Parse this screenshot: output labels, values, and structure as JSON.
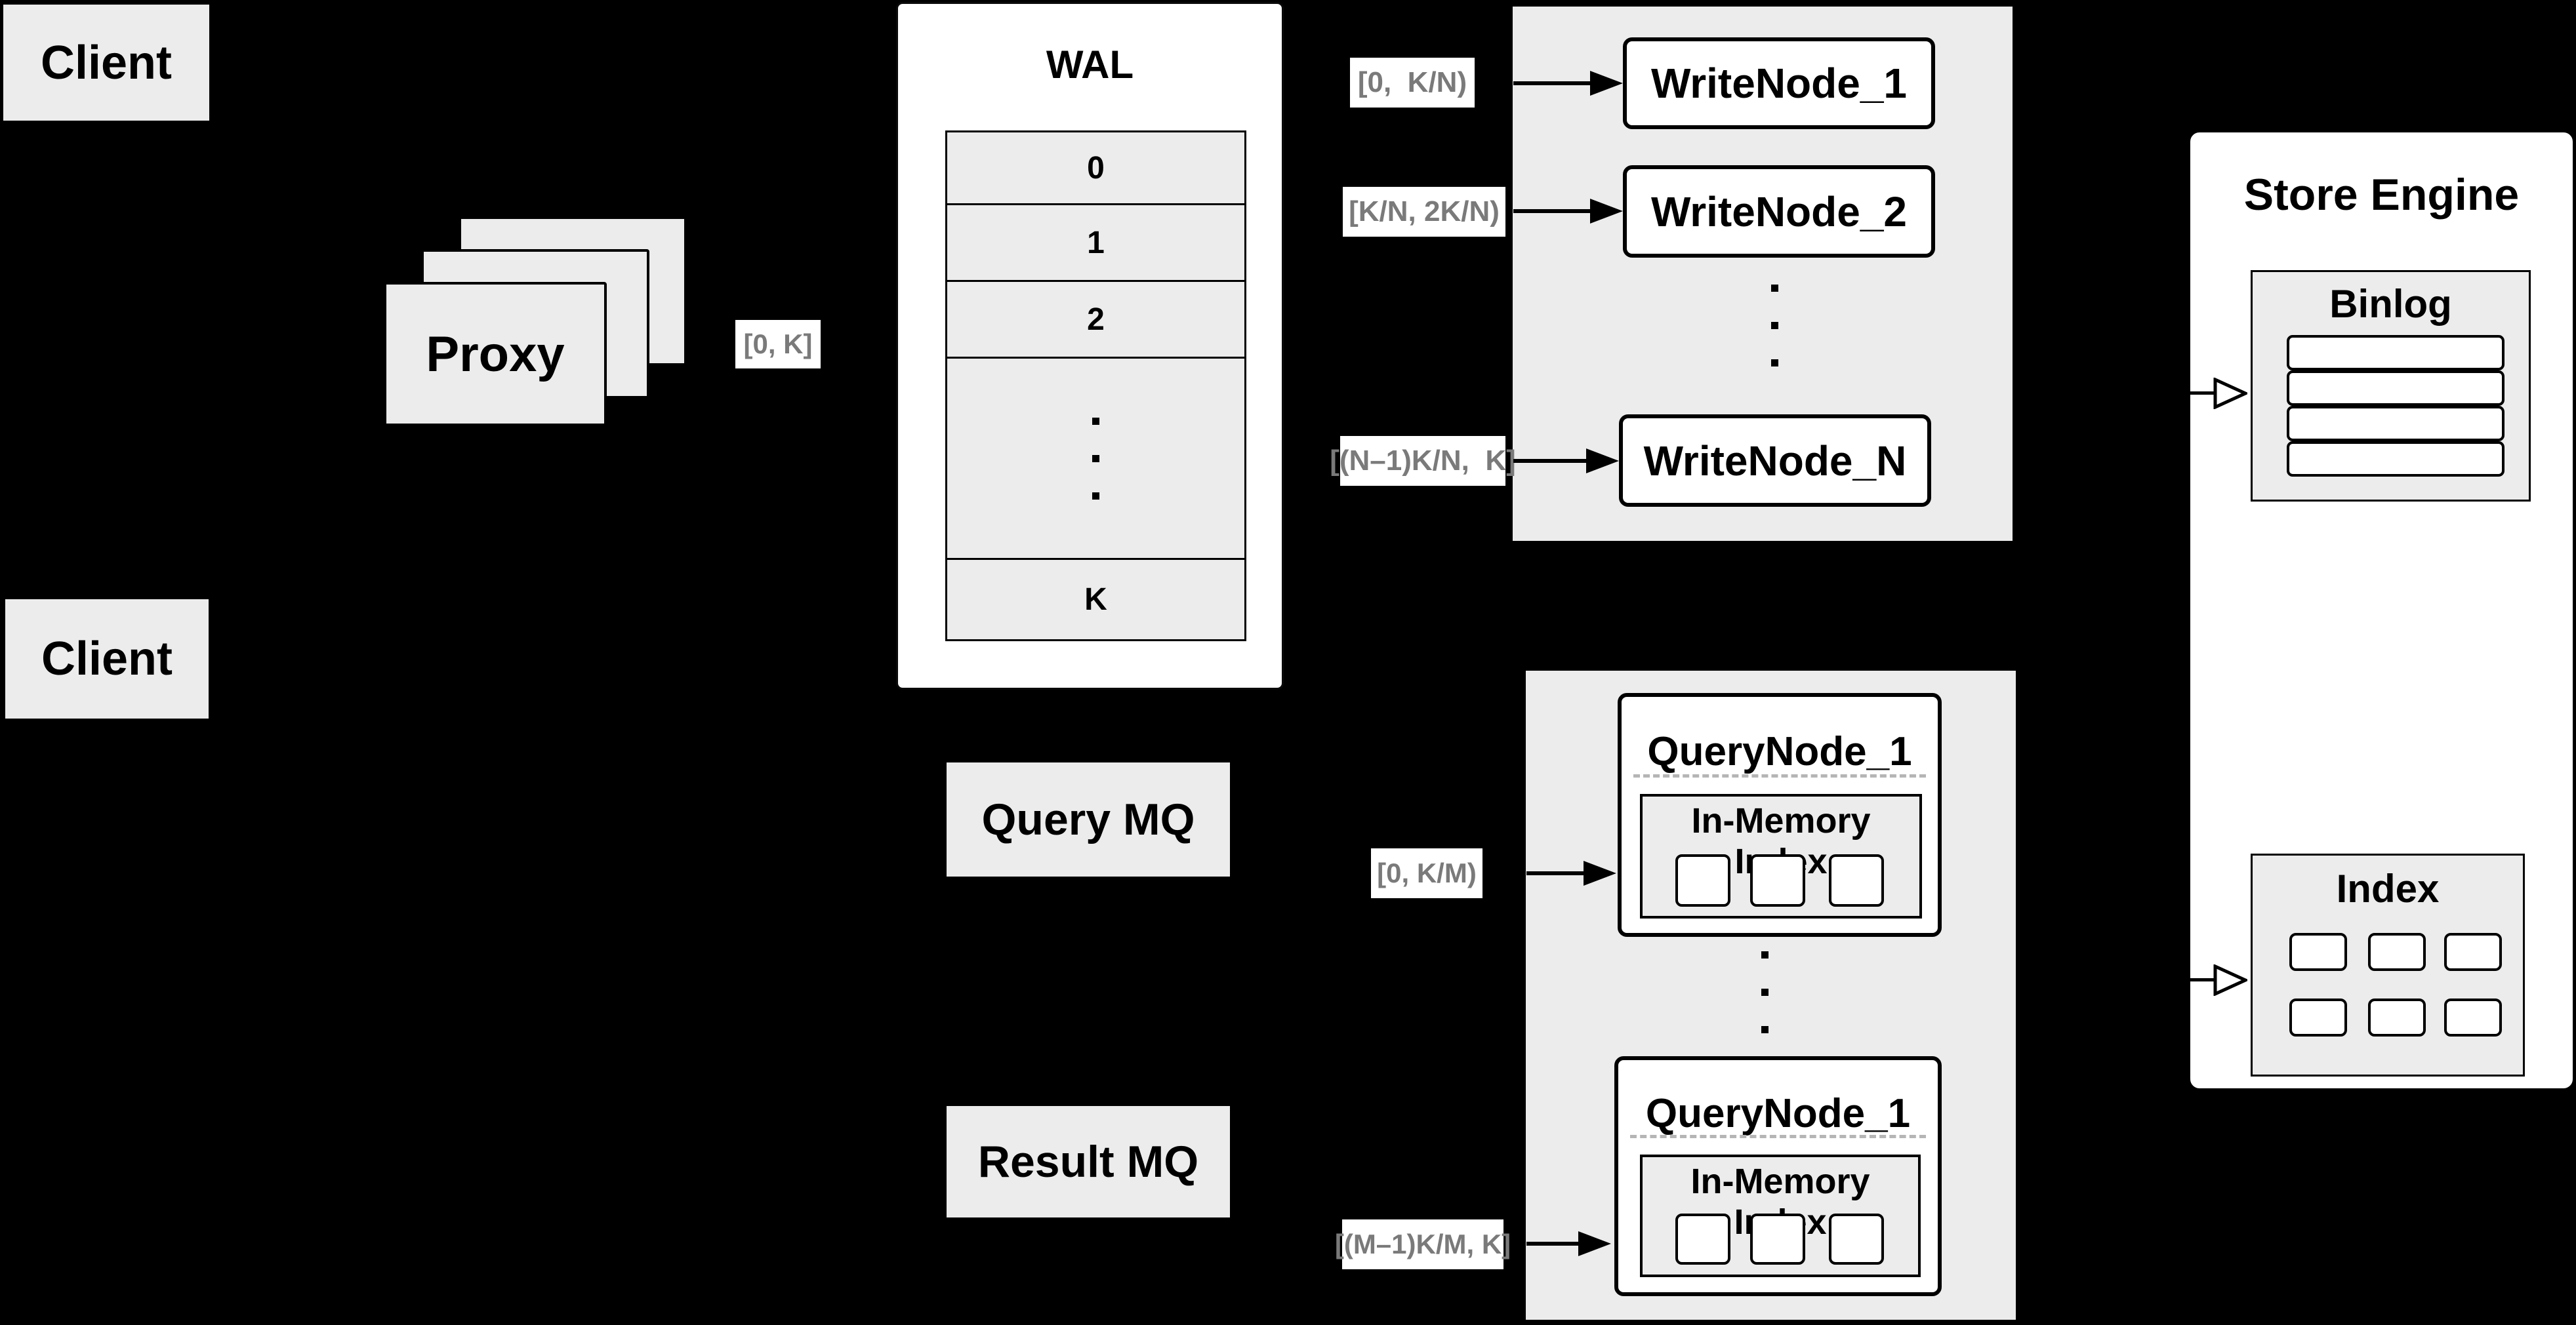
{
  "canvas": {
    "background": "#000000",
    "box_gray": "#ececec",
    "label_text_gray": "#7a7a7a"
  },
  "clients": {
    "top_label": "Client",
    "bottom_label": "Client"
  },
  "proxy": {
    "label": "Proxy",
    "range": "[0, K]"
  },
  "wal": {
    "title": "WAL",
    "rows": [
      "0",
      "1",
      "2"
    ],
    "dots": "...",
    "tail_row": "K"
  },
  "write_nodes": {
    "nodes": [
      {
        "range": "[0,  K/N)",
        "name": "WriteNode_1"
      },
      {
        "range": "[K/N, 2K/N)",
        "name": "WriteNode_2"
      },
      {
        "range": "[(N–1)K/N,  K]",
        "name": "WriteNode_N"
      }
    ]
  },
  "store_engine": {
    "title": "Store Engine",
    "binlog": {
      "title": "Binlog",
      "row_count": 4
    },
    "index": {
      "title": "Index",
      "cell_count": 6
    }
  },
  "mq": {
    "query_label": "Query MQ",
    "result_label": "Result MQ"
  },
  "query_nodes": {
    "nodes": [
      {
        "range": "[0, K/M)",
        "name": "QueryNode_1",
        "inner_title": "In-Memory Index"
      },
      {
        "range": "[(M–1)K/M, K]",
        "name": "QueryNode_1",
        "inner_title": "In-Memory Index"
      }
    ]
  }
}
